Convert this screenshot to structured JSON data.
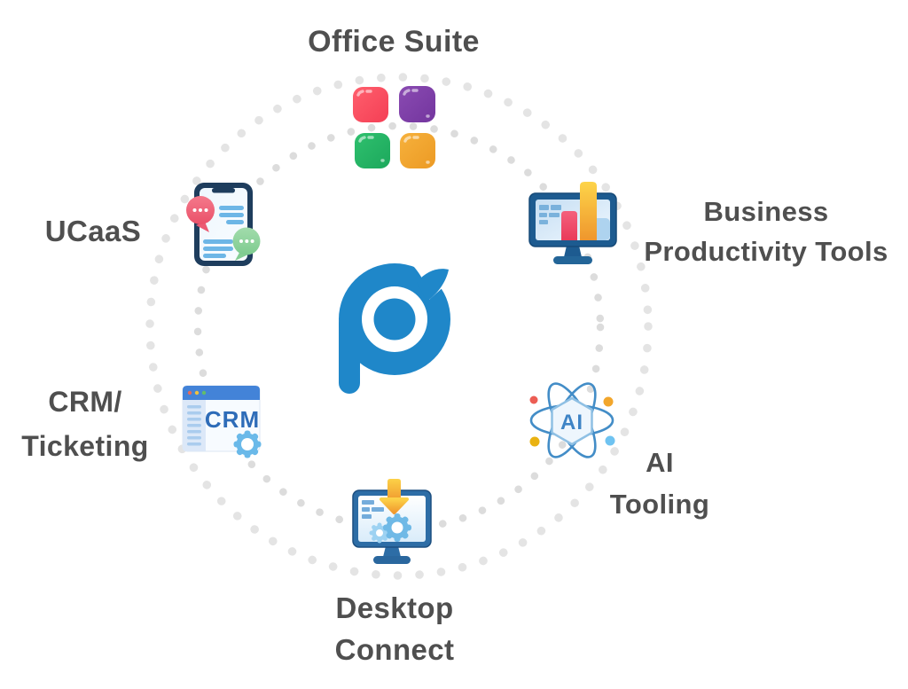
{
  "diagram": {
    "type": "ecosystem-integration-wheel",
    "rings": {
      "style": "dotted",
      "count": 2,
      "outer_dot_color": "#e4e4e4",
      "inner_dot_color": "#dcdcdc"
    },
    "center_logo": {
      "icon": "p-chat-bubble-logo",
      "color": "#1f87c9"
    },
    "nodes": [
      {
        "id": "office-suite",
        "position": "top",
        "icon": "office-apps-grid-icon"
      },
      {
        "id": "business-productivity-tools",
        "position": "top-right",
        "icon": "monitor-bar-chart-icon"
      },
      {
        "id": "ai-tooling",
        "position": "bottom-right",
        "icon": "ai-atom-icon"
      },
      {
        "id": "desktop-connect",
        "position": "bottom",
        "icon": "monitor-download-gears-icon"
      },
      {
        "id": "crm-ticketing",
        "position": "bottom-left",
        "icon": "crm-browser-gear-icon"
      },
      {
        "id": "ucaas",
        "position": "top-left",
        "icon": "smartphone-chat-icon"
      }
    ]
  },
  "labels": {
    "office_suite": "Office Suite",
    "ucaas": "UCaaS",
    "business_line1": "Business",
    "business_line2": "Productivity Tools",
    "crm_line1": "CRM/",
    "crm_line2": "Ticketing",
    "ai_line1": "AI",
    "ai_line2": "Tooling",
    "desktop_line1": "Desktop",
    "desktop_line2": "Connect"
  },
  "icon_texts": {
    "crm_window": "CRM",
    "ai_hexagon": "AI"
  },
  "colors": {
    "label_text": "#4f4f4f",
    "logo_blue": "#1f87c9",
    "office_red": "#fb4f5f",
    "office_purple": "#7e42a6",
    "office_green": "#27b36b",
    "office_orange": "#f2a42c",
    "monitor_navy": "#1d5b90",
    "phone_navy": "#1e3d5d",
    "chat_pink": "#ee5d74",
    "chat_green": "#8fd49f",
    "chat_bar_blue": "#6db6e6",
    "crm_header_blue": "#4383d8",
    "gear_light_blue": "#6ab9e9",
    "atom_blue": "#2f81c2",
    "arrow_yellow": "#fcd148",
    "arrow_orange": "#f29d30"
  }
}
